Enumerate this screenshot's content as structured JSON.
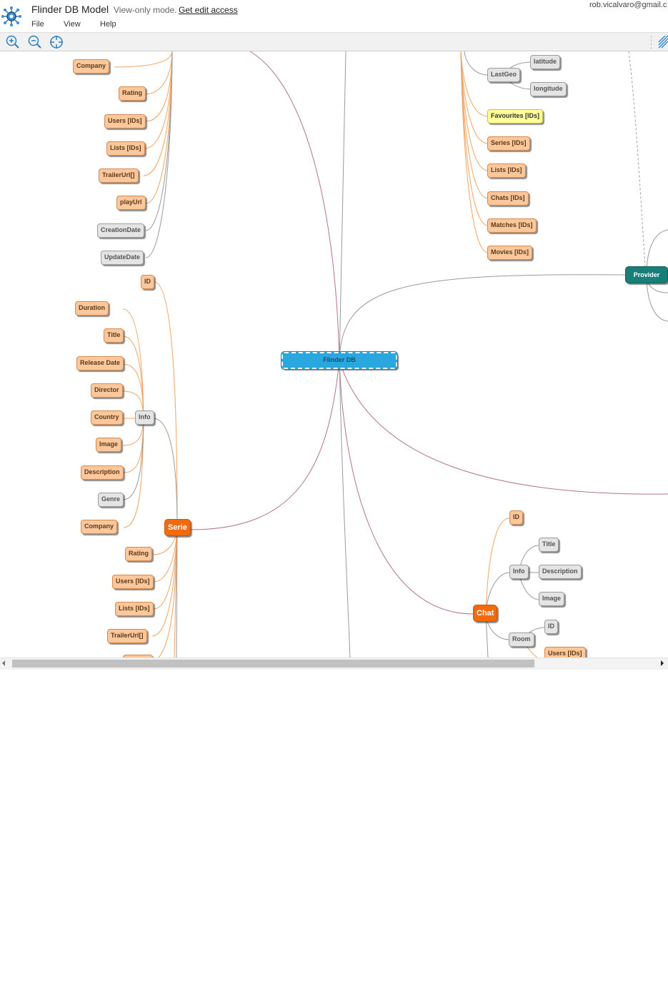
{
  "header": {
    "title": "Flinder DB Model",
    "mode_label": "View-only mode.",
    "edit_link": "Get edit access",
    "user_email": "rob.vicalvaro@gmail.c"
  },
  "menu": [
    "File",
    "View",
    "Help"
  ],
  "toolbar": {
    "zoom_in_icon": "zoom-in-icon",
    "zoom_out_icon": "zoom-out-icon",
    "center_icon": "crosshair-icon",
    "panel_icon": "diagonal-lines-icon"
  },
  "colors": {
    "orange_node": "#fcc89b",
    "gray_node": "#e4e4e4",
    "yellow_node": "#ffff99",
    "serie_node": "#f26a0c",
    "provider_node": "#177f78",
    "root_node": "#2aa7de",
    "link_main": "#b07585",
    "link_orange": "#f3a35f",
    "link_gray": "#9a9a9a"
  },
  "mindmap": {
    "root": "Flinder DB",
    "movie_branch": [
      "Company",
      "Rating",
      "Users [IDs]",
      "Lists [IDs]",
      "TrailerUrl[]",
      "playUrl",
      "CreationDate",
      "UpdateDate"
    ],
    "serie": {
      "label": "Serie",
      "id": "ID",
      "info": "Info",
      "info_children": [
        "Duration",
        "Title",
        "Release Date",
        "Director",
        "Country",
        "Image",
        "Description",
        "Genre",
        "Company"
      ],
      "children": [
        "Rating",
        "Users [IDs]",
        "Lists [IDs]",
        "TrailerUrl[]"
      ]
    },
    "user_branch": {
      "last_geo": "LastGeo",
      "geo_children": [
        "latitude",
        "longitude"
      ],
      "children": [
        "Favourites [IDs]",
        "Series [IDs]",
        "Lists [IDs]",
        "Chats [IDs]",
        "Matches [IDs]",
        "Movies [IDs]"
      ]
    },
    "provider": "Provider",
    "chat": {
      "label": "Chat",
      "id": "ID",
      "info": "Info",
      "info_children": [
        "Title",
        "Description",
        "Image"
      ],
      "room": "Room",
      "room_children": [
        "ID",
        "Users [IDs]"
      ]
    }
  },
  "scrollbar": {
    "horizontal_position": 0.0
  }
}
